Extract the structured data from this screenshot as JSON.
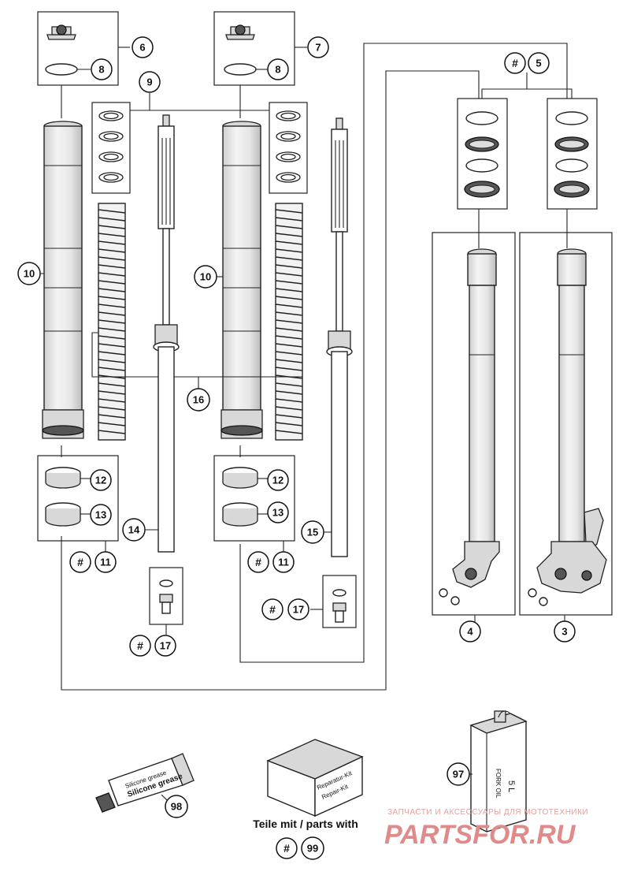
{
  "callouts": {
    "c6": "6",
    "c7": "7",
    "c8a": "8",
    "c8b": "8",
    "c9": "9",
    "c5": "5",
    "hash5": "#",
    "c10a": "10",
    "c10b": "10",
    "c16": "16",
    "c12a": "12",
    "c13a": "13",
    "c12b": "12",
    "c13b": "13",
    "c11a": "11",
    "hash11a": "#",
    "c11b": "11",
    "hash11b": "#",
    "c14": "14",
    "c15": "15",
    "c17a": "17",
    "hash17a": "#",
    "c17b": "17",
    "hash17b": "#",
    "c4": "4",
    "c3": "3",
    "c97": "97",
    "c98": "98",
    "c99": "99",
    "hash99": "#"
  },
  "product_labels": {
    "grease_line1": "Silicone grease",
    "grease_line2": "Silicone grease",
    "kit_line1": "Reparatur-Kit",
    "kit_line2": "Repair-Kit",
    "oil_line1": "FORK OIL",
    "oil_line2": "5 L"
  },
  "caption": "Teile mit / parts with",
  "watermark": {
    "tagline": "ЗАПЧАСТИ И АКСЕССУАРЫ ДЛЯ МОТОТЕХНИКИ",
    "brand": "PARTSFOR.RU"
  }
}
